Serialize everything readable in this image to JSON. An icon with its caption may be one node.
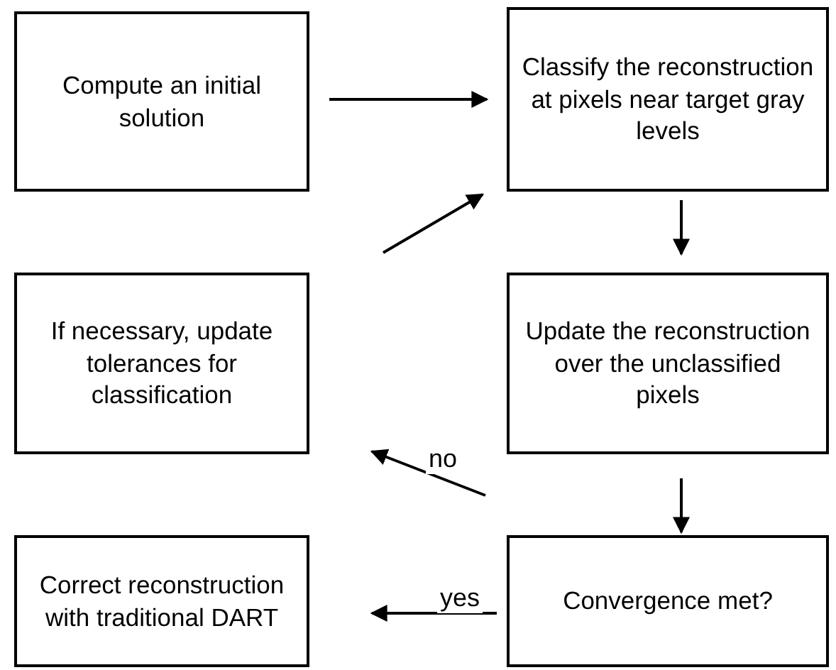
{
  "diagram": {
    "nodes": [
      {
        "text": [
          "Compute an initial solution"
        ]
      },
      {
        "text": [
          "Classify the reconstruction at pixels near target gray levels"
        ]
      },
      {
        "text": [
          "If necessary, update tolerances for classification"
        ]
      },
      {
        "text": [
          "Update the reconstruction over the unclassified pixels"
        ]
      },
      {
        "text": [
          "Correct reconstruction with traditional DART"
        ]
      },
      {
        "text": [
          "Convergence met?"
        ]
      }
    ],
    "edges": [
      {
        "from": 0,
        "to": 1,
        "arrow": "to"
      },
      {
        "from": 1,
        "to": 3,
        "arrow": "to"
      },
      {
        "from": 2,
        "to": 1,
        "arrow": "to"
      },
      {
        "from": 3,
        "to": 5,
        "arrow": "to"
      },
      {
        "from": 5,
        "to": 2,
        "arrow": "to",
        "label": "no"
      },
      {
        "from": 5,
        "to": 4,
        "arrow": "to",
        "label": "yes"
      }
    ]
  }
}
